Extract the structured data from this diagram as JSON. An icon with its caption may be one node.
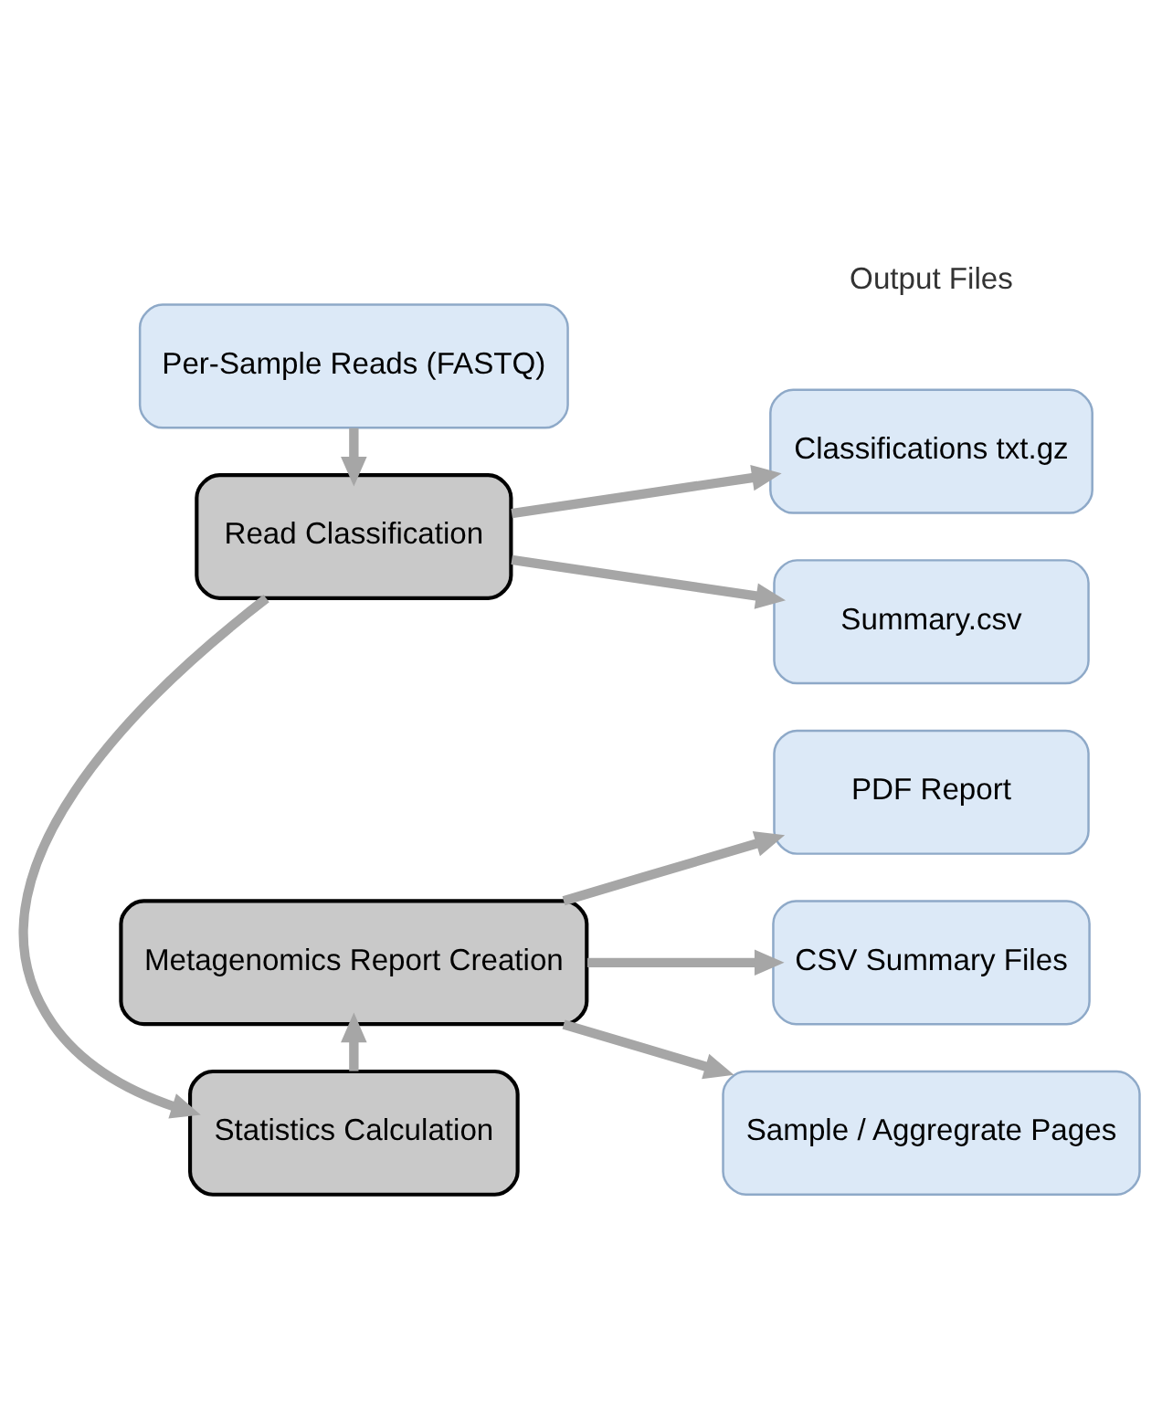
{
  "diagram": {
    "nodes": [
      {
        "text": [
          "Per-Sample Reads (FASTQ)"
        ]
      },
      {
        "text": [
          "Read Classification"
        ]
      },
      {
        "text": [
          "Statistics Calculation"
        ]
      },
      {
        "text": [
          "Metagenomics Report Creation"
        ]
      },
      {
        "text": [
          "Classifications txt.gz"
        ]
      },
      {
        "text": [
          "Summary.csv"
        ]
      },
      {
        "text": [
          "PDF Report"
        ]
      },
      {
        "text": [
          "CSV Summary Files"
        ]
      },
      {
        "text": [
          "Sample / Aggregrate Pages"
        ]
      }
    ],
    "edges": [
      {
        "from": 0,
        "to": 1,
        "arrow": "to"
      },
      {
        "from": 1,
        "to": 2,
        "arrow": "to"
      },
      {
        "from": 2,
        "to": 3,
        "arrow": "to"
      },
      {
        "from": 1,
        "to": 4,
        "arrow": "to"
      },
      {
        "from": 1,
        "to": 5,
        "arrow": "to"
      },
      {
        "from": 3,
        "to": 6,
        "arrow": "to"
      },
      {
        "from": 3,
        "to": 7,
        "arrow": "to"
      },
      {
        "from": 3,
        "to": 8,
        "arrow": "to"
      }
    ],
    "labels": [
      "Output Files"
    ]
  }
}
